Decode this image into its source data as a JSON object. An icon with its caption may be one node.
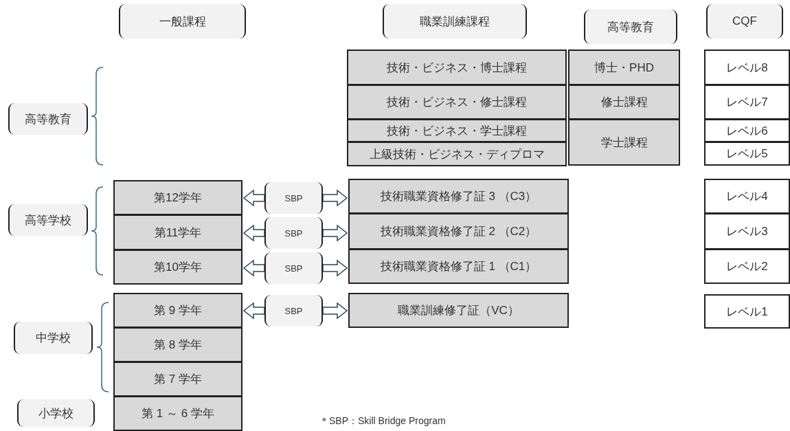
{
  "diagram": {
    "nodes": [
      {
        "text": [
          "一般課程"
        ]
      },
      {
        "text": [
          "職業訓練課程"
        ]
      },
      {
        "text": [
          "高等教育"
        ]
      },
      {
        "text": [
          "CQF"
        ]
      },
      {
        "text": [
          "技術・ビジネス・博士課程"
        ]
      },
      {
        "text": [
          "博士・PHD"
        ]
      },
      {
        "text": [
          "レベル8"
        ]
      },
      {
        "text": [
          "技術・ビジネス・修士課程"
        ]
      },
      {
        "text": [
          "修士課程"
        ]
      },
      {
        "text": [
          "レベル7"
        ]
      },
      {
        "text": [
          "技術・ビジネス・学士課程"
        ]
      },
      {
        "text": [
          "学士課程"
        ]
      },
      {
        "text": [
          "レベル6"
        ]
      },
      {
        "text": [
          "上級技術・ビジネス・ディプロマ"
        ]
      },
      {
        "text": [
          "レベル5"
        ]
      },
      {
        "text": [
          "高等教育"
        ]
      },
      {
        "text": [
          "第12学年"
        ]
      },
      {
        "text": [
          "SBP"
        ]
      },
      {
        "text": [
          "技術職業資格修了証 3 （C3）"
        ]
      },
      {
        "text": [
          "レベル4"
        ]
      },
      {
        "text": [
          "高等学校"
        ]
      },
      {
        "text": [
          "第11学年"
        ]
      },
      {
        "text": [
          "SBP"
        ]
      },
      {
        "text": [
          "技術職業資格修了証 2 （C2）"
        ]
      },
      {
        "text": [
          "レベル3"
        ]
      },
      {
        "text": [
          "第10学年"
        ]
      },
      {
        "text": [
          "SBP"
        ]
      },
      {
        "text": [
          "技術職業資格修了証 1 （C1）"
        ]
      },
      {
        "text": [
          "レベル2"
        ]
      },
      {
        "text": [
          "第 9 学年"
        ]
      },
      {
        "text": [
          "SBP"
        ]
      },
      {
        "text": [
          "職業訓練修了証（VC）"
        ]
      },
      {
        "text": [
          "レベル1"
        ]
      },
      {
        "text": [
          "中学校"
        ]
      },
      {
        "text": [
          "第 8 学年"
        ]
      },
      {
        "text": [
          "第 7 学年"
        ]
      },
      {
        "text": [
          "小学校"
        ]
      },
      {
        "text": [
          "第 1 ～ 6 学年"
        ]
      }
    ],
    "edges": [
      {
        "from": 17,
        "to": 16,
        "arrow": "to"
      },
      {
        "from": 17,
        "to": 18,
        "arrow": "to"
      },
      {
        "from": 22,
        "to": 21,
        "arrow": "to"
      },
      {
        "from": 22,
        "to": 23,
        "arrow": "to"
      },
      {
        "from": 26,
        "to": 25,
        "arrow": "to"
      },
      {
        "from": 26,
        "to": 27,
        "arrow": "to"
      },
      {
        "from": 30,
        "to": 29,
        "arrow": "to"
      },
      {
        "from": 30,
        "to": 31,
        "arrow": "to"
      }
    ],
    "labels": [
      "＊SBP：Skill Bridge Program"
    ]
  }
}
